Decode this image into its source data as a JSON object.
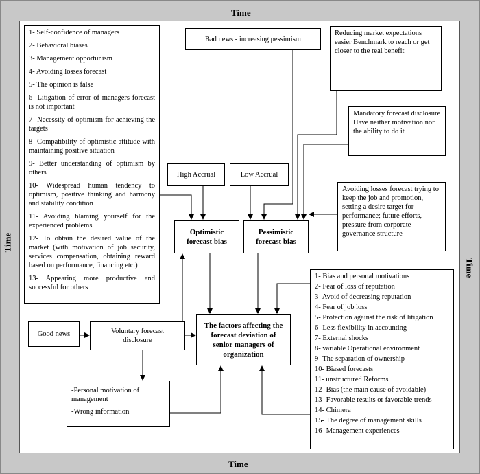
{
  "time_labels": {
    "top": "Time",
    "bottom": "Time",
    "left": "Time",
    "right": "Time"
  },
  "left_list": [
    "1- Self-confidence of managers",
    "2- Behavioral biases",
    "3- Management opportunism",
    "4- Avoiding losses forecast",
    "5- The opinion is false",
    "6- Litigation of error of managers forecast is not important",
    "7- Necessity of optimism for achieving the targets",
    "8- Compatibility of optimistic attitude with maintaining positive situation",
    "9- Better understanding of optimism by others",
    "10- Widespread human tendency to optimism, positive thinking and harmony and stability condition",
    "11- Avoiding blaming yourself for the experienced problems",
    "12- To obtain the desired value of the market (with motivation of job security, services compensation, obtaining reward based on performance, financing etc.)",
    "13- Appearing more productive and successful for others"
  ],
  "bad_news": "Bad news - increasing pessimism",
  "reducing_expectations": "Reducing market expectations easier Benchmark to reach or get closer to the real benefit",
  "mandatory_disclosure": "Mandatory forecast disclosure Have neither motivation nor the ability to do it",
  "high_accrual": "High Accrual",
  "low_accrual": "Low Accrual",
  "avoiding_losses": "Avoiding losses forecast trying to keep the job and promotion, setting a desire target for performance; future efforts, pressure from corporate governance structure",
  "optimistic_bias": "Optimistic forecast bias",
  "pessimistic_bias": "Pessimistic forecast bias",
  "right_list": [
    "1- Bias and personal motivations",
    "2- Fear of loss of reputation",
    "3- Avoid of decreasing reputation",
    "4- Fear of job loss",
    "5- Protection against the risk of litigation",
    "6- Less flexibility in accounting",
    "7- External shocks",
    "8- variable Operational environment",
    "9- The separation of ownership",
    "10- Biased forecasts",
    "11- unstructured Reforms",
    "12- Bias (the main cause of avoidable)",
    "13- Favorable results or favorable trends",
    "14- Chimera",
    "15- The degree of management skills",
    "16- Management experiences"
  ],
  "good_news": "Good news",
  "voluntary_disclosure": "Voluntary forecast disclosure",
  "central_box": "The factors affecting the forecast deviation of senior managers of organization",
  "personal_motivation": "-Personal motivation of management",
  "wrong_information": "-Wrong information"
}
